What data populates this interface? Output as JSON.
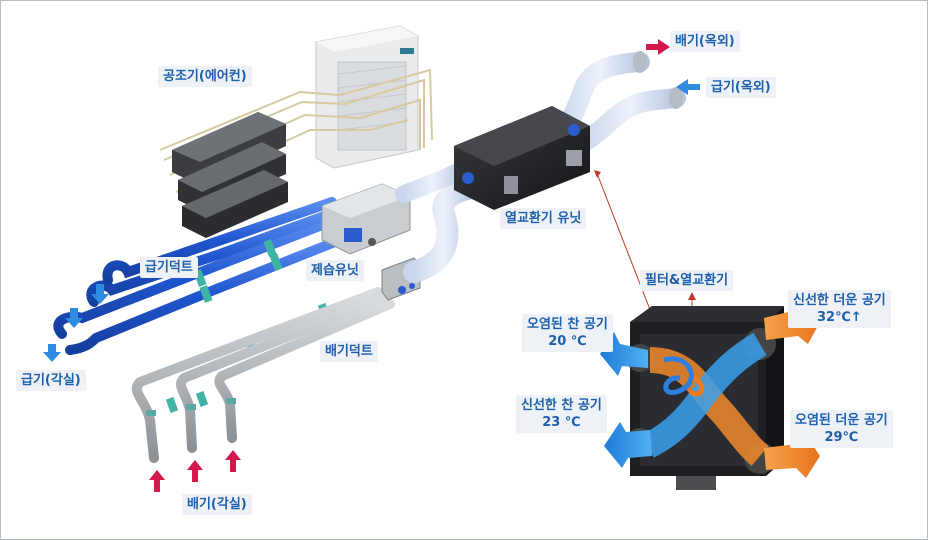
{
  "labels": {
    "air_conditioner": "공조기(에어컨)",
    "exhaust_outdoor": "배기(옥외)",
    "supply_outdoor": "급기(옥외)",
    "heat_exchange_unit": "열교환기 유닛",
    "supply_duct": "급기덕트",
    "dehumidifier_unit": "제습유닛",
    "supply_room": "급기(각실)",
    "exhaust_duct": "배기덕트",
    "exhaust_room": "배기(각실)",
    "filter_exchanger": "필터&열교환기",
    "polluted_cold_air": {
      "name": "오염된 찬 공기",
      "temp": "20 ℃"
    },
    "fresh_cool_air": {
      "name": "신선한 찬 공기",
      "temp": "23 ℃"
    },
    "fresh_hot_air": {
      "name": "신선한 더운 공기",
      "temp": "32℃↑"
    },
    "polluted_hot_air": {
      "name": "오염된 더운 공기",
      "temp": "29℃"
    }
  },
  "colors": {
    "label_text": "#1e5fae",
    "label_bg": "#eef2f6",
    "supply_duct": "#2b63d6",
    "exhaust_duct": "#a9afb5",
    "fresh_air_arrow": "#2f8be0",
    "exhaust_arrow": "#d4184b",
    "warm_air": "#ef8a2c",
    "unit_body": "#1e1f23"
  },
  "icons": [
    "exhaust-arrow-icon",
    "supply-arrow-icon",
    "leader-line-icon"
  ]
}
